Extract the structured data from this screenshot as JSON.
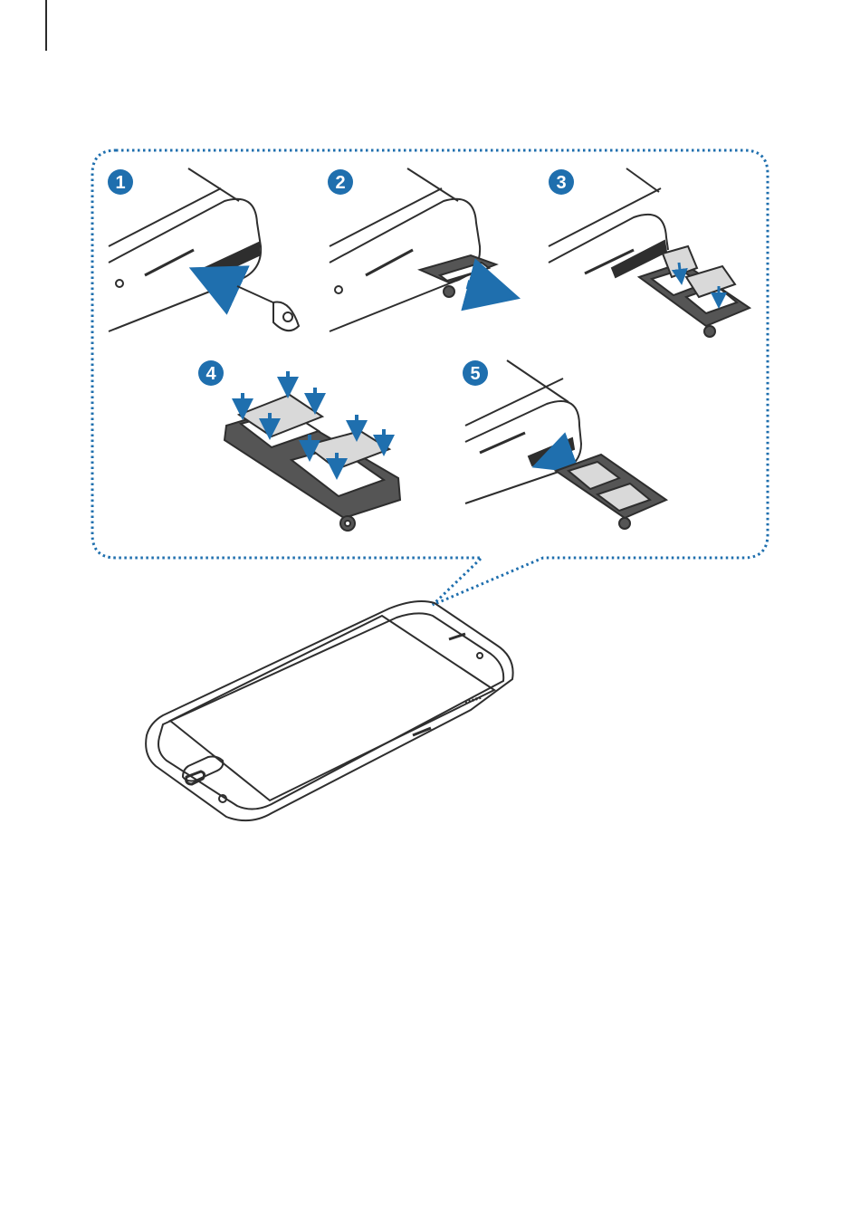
{
  "steps": [
    {
      "number": "1",
      "action": "insert-ejection-pin"
    },
    {
      "number": "2",
      "action": "pull-out-tray"
    },
    {
      "number": "3",
      "action": "place-sim-cards"
    },
    {
      "number": "4",
      "action": "press-cards-into-tray"
    },
    {
      "number": "5",
      "action": "insert-tray-back"
    }
  ],
  "colors": {
    "accent": "#1f6fae",
    "outline": "#2e2e2e",
    "tray": "#555555",
    "card": "#d9d9d9"
  },
  "icons": [
    "ejection-pin-icon",
    "arrow-icon",
    "sim-card-icon",
    "sim-tray-icon",
    "phone-icon"
  ]
}
